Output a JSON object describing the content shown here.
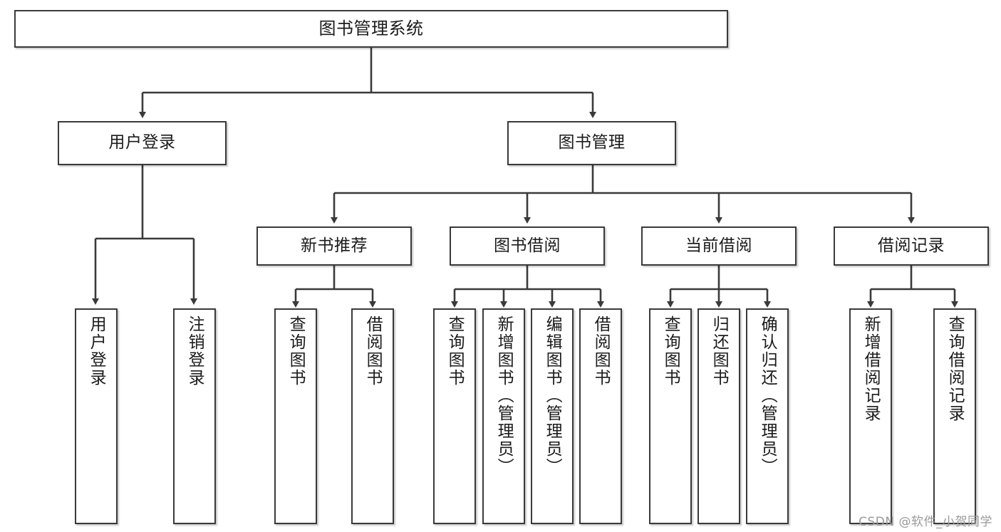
{
  "diagram": {
    "title": "图书管理系统",
    "type": "tree-hierarchy-diagram",
    "colors": {
      "box_border": "#3a3a3a",
      "box_fill": "#ffffff",
      "connector": "#3a3a3a",
      "background": "#ffffff",
      "watermark": "#9a9a9a"
    },
    "root": {
      "label": "图书管理系统"
    },
    "level2": [
      {
        "label": "用户登录"
      },
      {
        "label": "图书管理"
      }
    ],
    "level3": [
      {
        "label": "新书推荐"
      },
      {
        "label": "图书借阅"
      },
      {
        "label": "当前借阅"
      },
      {
        "label": "借阅记录"
      }
    ],
    "leaves": {
      "user_login": [
        {
          "label": "用户登录"
        },
        {
          "label": "注销登录"
        }
      ],
      "new_book_recommend": [
        {
          "label": "查询图书"
        },
        {
          "label": "借阅图书"
        }
      ],
      "book_borrow": [
        {
          "label": "查询图书"
        },
        {
          "label": "新增图书（管理员）"
        },
        {
          "label": "编辑图书（管理员）"
        },
        {
          "label": "借阅图书"
        }
      ],
      "current_borrow": [
        {
          "label": "查询图书"
        },
        {
          "label": "归还图书"
        },
        {
          "label": "确认归还（管理员）"
        }
      ],
      "borrow_record": [
        {
          "label": "新增借阅记录"
        },
        {
          "label": "查询借阅记录"
        }
      ]
    }
  },
  "watermark": {
    "text": "CSDN @软件_小贺同学"
  }
}
